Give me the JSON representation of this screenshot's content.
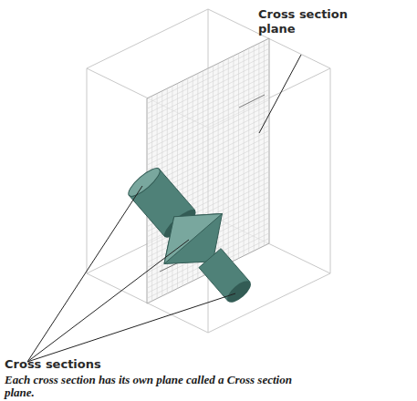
{
  "diagram": {
    "caption": "Each cross section has its own plane called a Cross section plane.",
    "labels": [
      "Cross section plane",
      "Cross sections"
    ]
  }
}
